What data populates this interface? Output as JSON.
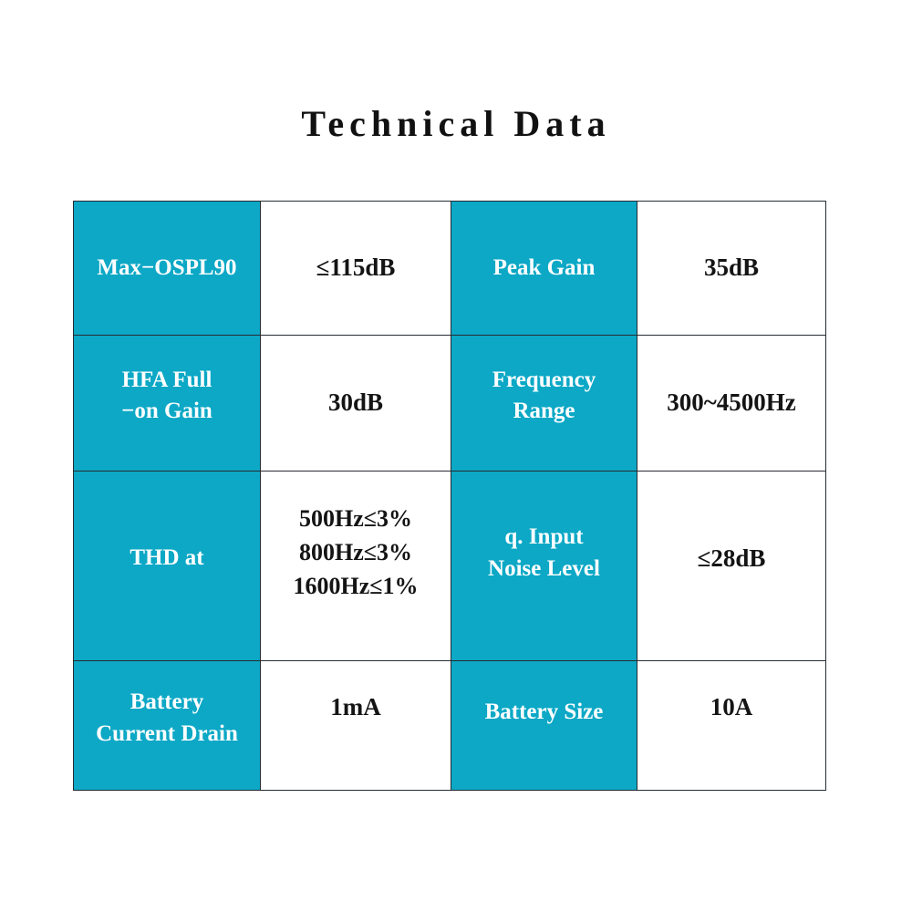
{
  "page": {
    "title": "Technical Data",
    "background_color": "#ffffff"
  },
  "colors": {
    "label_cell_background": "#0ca8c6",
    "label_text": "#ffffff",
    "value_cell_background": "#ffffff",
    "value_text": "#141414",
    "border": "#262b33",
    "title_text": "#111111"
  },
  "table": {
    "columns": 4,
    "rows": 4,
    "pairs_per_row": 2,
    "rows_data": [
      {
        "left": {
          "label_lines": [
            "Max−OSPL90"
          ],
          "label_align": "center",
          "value_lines": [
            "≤115dB"
          ]
        },
        "right": {
          "label_lines": [
            "Peak Gain"
          ],
          "label_align": "center",
          "value_lines": [
            "35dB"
          ]
        }
      },
      {
        "left": {
          "label_lines": [
            "HFA Full",
            "−on Gain"
          ],
          "label_align": "center",
          "value_lines": [
            "30dB"
          ]
        },
        "right": {
          "label_lines": [
            "Frequency",
            "Range"
          ],
          "label_align": "left",
          "value_lines": [
            "300~4500Hz"
          ]
        }
      },
      {
        "left": {
          "label_lines": [
            "THD at"
          ],
          "label_align": "center",
          "value_lines": [
            "500Hz≤3%",
            "800Hz≤3%",
            "1600Hz≤1%"
          ]
        },
        "right": {
          "label_lines": [
            "q. Input",
            "Noise Level"
          ],
          "label_align": "left",
          "value_lines": [
            "≤28dB"
          ]
        }
      },
      {
        "left": {
          "label_lines": [
            "Battery",
            "Current Drain"
          ],
          "label_align": "center",
          "value_lines": [
            "1mA"
          ]
        },
        "right": {
          "label_lines": [
            "Battery Size"
          ],
          "label_align": "center",
          "value_lines": [
            "10A"
          ]
        }
      }
    ],
    "flat": {
      "r0c0": "Max−OSPL90",
      "r0c1": "≤115dB",
      "r0c2": "Peak Gain",
      "r0c3": "35dB",
      "r1c0_l1": "HFA Full",
      "r1c0_l2": "−on Gain",
      "r1c1": "30dB",
      "r1c2_l1": "Frequency",
      "r1c2_l2": "Range",
      "r1c3": "300~4500Hz",
      "r2c0": "THD at",
      "r2c1_l1": "500Hz≤3%",
      "r2c1_l2": "800Hz≤3%",
      "r2c1_l3": "1600Hz≤1%",
      "r2c2_l1": "q. Input",
      "r2c2_l2": "Noise Level",
      "r2c3": "≤28dB",
      "r3c0_l1": "Battery",
      "r3c0_l2": "Current Drain",
      "r3c1": "1mA",
      "r3c2": "Battery Size",
      "r3c3": "10A"
    }
  }
}
